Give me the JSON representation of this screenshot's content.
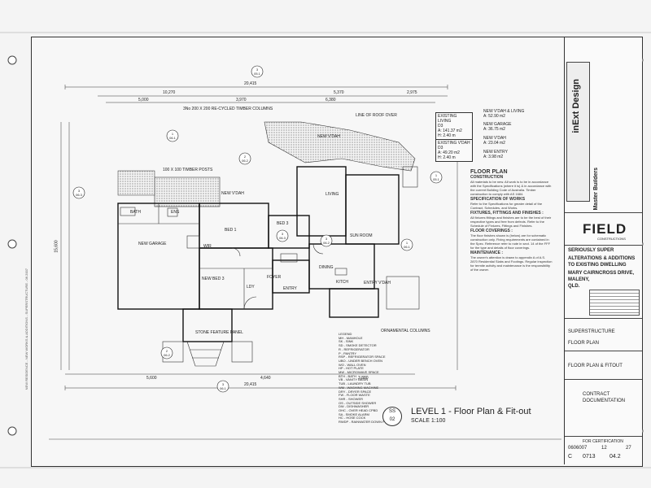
{
  "project": {
    "level_title": "LEVEL  1 -  Floor Plan & Fit-out",
    "scale": "SCALE 1:100",
    "drawing_ref_top": "SS",
    "drawing_ref_bottom": "02"
  },
  "dimensions": {
    "overall_top": "20,415",
    "overall_bottom": "20,415",
    "left_vertical": "15,600",
    "top_1": "10,270",
    "top_2": "5,370",
    "top_3": "2,975",
    "mid_1": "5,000",
    "mid_2": "3,970",
    "mid_3": "6,380",
    "bottom_1": "5,600",
    "bottom_2": "4,640",
    "bottom_3": "3,880"
  },
  "annotations": {
    "roof_line": "LINE OF ROOF OVER",
    "columns": "3No 200 X 200 RE-CYCLED TIMBER COLUMNS",
    "posts": "100 X 100 TIMBER POSTS",
    "stone": "STONE FEATURE PANEL",
    "ornamental": "ORNAMENTAL COLUMNS"
  },
  "rooms": {
    "new_verandah_top": "NEW V'DAH",
    "new_verandah_left": "NEW V'DAH",
    "living": "LIVING",
    "bed3": "BED 3",
    "bed1": "BED 1",
    "sun_room": "SUN ROOM",
    "new_garage": "NEW GARAGE",
    "new_bed3": "NEW BED 3",
    "foyer": "FOYER",
    "kitch": "KITCH",
    "entry_verandah": "ENTRY V'DAH",
    "wir": "WIR",
    "ens": "ENS",
    "bath": "BATH",
    "entry": "ENTRY",
    "dining": "DINING",
    "ldy": "LDY"
  },
  "areas": {
    "existing_living_label": "EXISTING LIVING",
    "existing_living_code": "D3",
    "existing_living_area": "A: 141.37 m2",
    "existing_living_height": "H: 2.40 m",
    "existing_vdah_label": "EXISTING V'DAH",
    "existing_vdah_code": "D3",
    "existing_vdah_area": "A: 49.20 m2",
    "existing_vdah_height": "H: 2.40 m",
    "new_vdah_living": "NEW V'DAH & LIVING",
    "new_vdah_living_area": "A: 52.90 m2",
    "new_garage": "NEW GARAGE",
    "new_garage_area": "A: 36.75 m2",
    "new_vdah": "NEW V'DAH",
    "new_vdah_area": "A: 23.04 m2",
    "new_entry": "NEW ENTRY",
    "new_entry_area": "A: 3.98 m2"
  },
  "notes": {
    "title": "FLOOR PLAN",
    "construction_heading": "CONSTRUCTION",
    "construction_text": "All materials to be new. All work is to be in accordance with the Specifications (where it is) & in accordance with the current Building Code of Australia. Timber construction to comply with AS 1684.",
    "spec_heading": "SPECIFICATION OF WORKS",
    "spec_text": "Refer to the Specifications for greater detail of the Contract, Schedules, and Works.",
    "fittings_heading": "FIXTURES, FITTINGS AND FINISHES :",
    "fittings_text": "All fixtures fittings and finishes are to be the best of their respective types and free from defects. Refer to the Schedule of Fixtures, Fittings and Finishes.",
    "covering_heading": "FLOOR COVERINGS :",
    "covering_text": "The floor finishes shown is (below) are for schematic construction only. Fixing requirements are contained in the Spec. Reference refer to note in sect. 14 of the FFF for the type and details of floor coverings.",
    "maintenance_heading": "MAINTENANCE :",
    "maintenance_text": "The owner's attention is drawn to appendix A of A.S. 2870 Residential Slabs and Footings. Regular inspection for termite activity and maintenance is the responsibility of the owner."
  },
  "legend": {
    "text": "LEGEND\nMH - MANHOLE\nSK - SINK\nSD - SMOKE DETECTOR\nR - REFRIGERATOR\nP - PANTRY\nRSP - REFRIGERATOR SPACE\nUBO - UNDER BENCH OVEN\nWO - WALL OVEN\nHP - HOT PLATE\nMW - MICROWAVE SPACE\nBTH - BATH\nVB - VANITY BASIN\nTUB - LAUNDRY TUB\nWM - WASHING MACHINE\nDRY - DRYER SPACE\nFW - FLOOR WASTE\nSHR - SHOWER\nOS - OUTSIDE SHOWER\nDW - DISHWASHER\nOHC - OVER HEAD CPBD\nSA - SMOKE ALARM\nHC - HOSE COCK\nRWDP - RAINWATER DOWN PIPE"
  },
  "title_block": {
    "company": "FIELD",
    "company_sub": "CONSTRUCTIONS",
    "designer": "inExt Design",
    "client": "SERIOUSLY SUPER",
    "project_1": "ALTERATIONS & ADDITIONS",
    "project_2": "TO EXISTING DWELLING",
    "address_1": "MARY CAIRNCROSS DRIVE,",
    "address_2": "MALENY,",
    "address_3": "QLD.",
    "stage": "SUPERSTRUCTURE",
    "sheet": "FLOOR PLAN",
    "sheet_title": "FLOOR PLAN & FITOUT",
    "doc_type_1": "CONTRACT",
    "doc_type_2": "DOCUMENTATION",
    "cert": "FOR CERTIFICATION",
    "job": "0606007",
    "sheet_no": "12",
    "total": "27",
    "code_1": "C",
    "code_2": "0713",
    "code_3": "04.2",
    "master_builders": "Master Builders",
    "vertical_strip": "NEW RESIDENCE - NEW WORKS & ADDITIONS - SUPERSTRUCTURE - 06.2007"
  }
}
